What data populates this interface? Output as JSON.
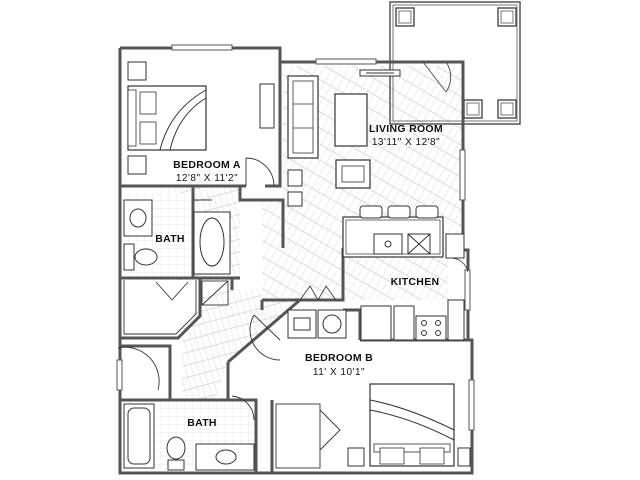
{
  "rooms": {
    "living_room": {
      "name": "LIVING ROOM",
      "dimensions": "13'11\" X 12'8\""
    },
    "bedroom_a": {
      "name": "BEDROOM A",
      "dimensions": "12'8\" X 11'2\""
    },
    "bath_a": {
      "name": "BATH"
    },
    "kitchen": {
      "name": "KITCHEN"
    },
    "bedroom_b": {
      "name": "BEDROOM B",
      "dimensions": "11' X 10'1\""
    },
    "bath_b": {
      "name": "BATH"
    }
  },
  "colors": {
    "wall": "#555555",
    "floor_line": "#cfcfcf",
    "fixture": "#333333"
  }
}
